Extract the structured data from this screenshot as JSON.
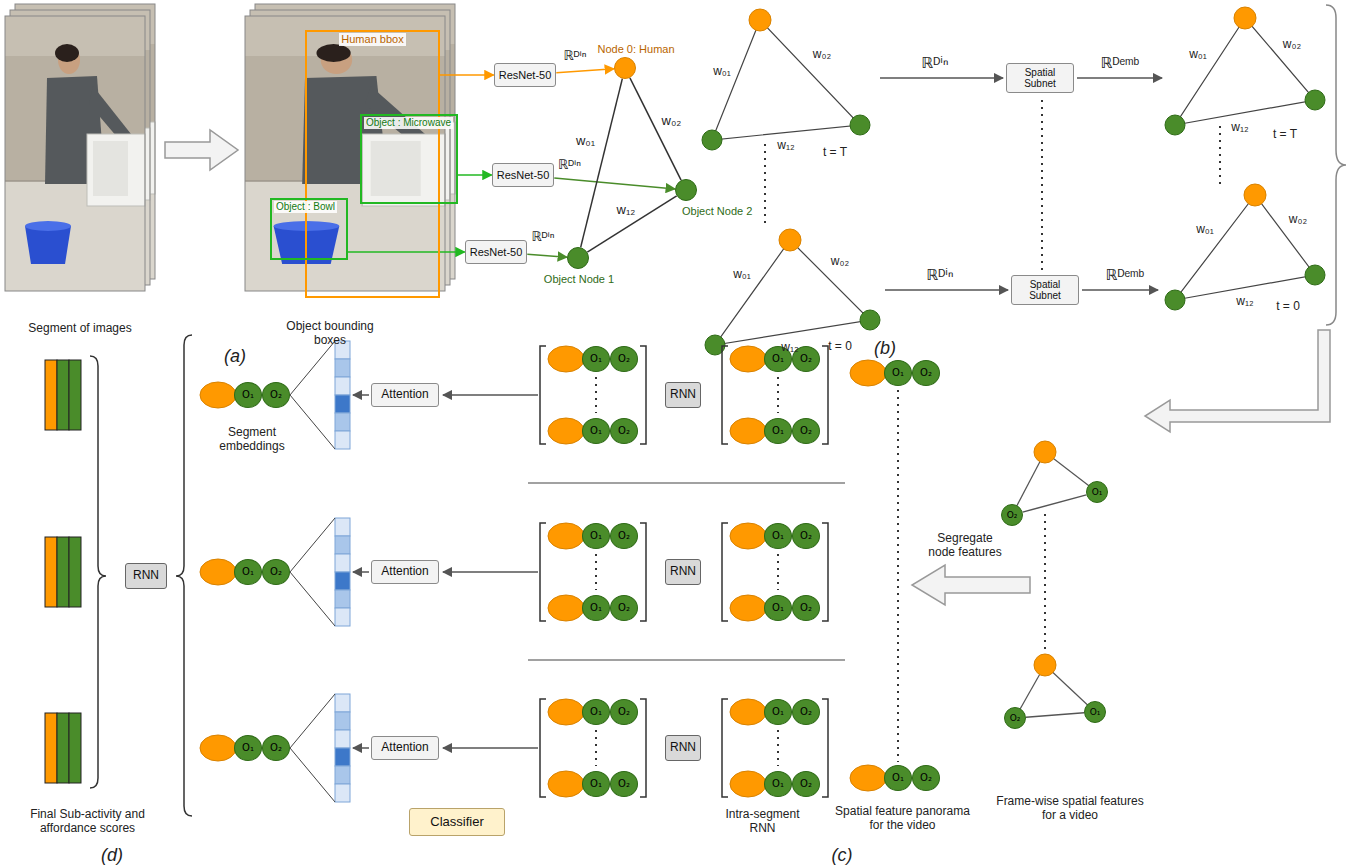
{
  "diagram": {
    "nodes": [
      {
        "text": [
          "Human bbox"
        ]
      },
      {
        "text": [
          "Object : Microwave"
        ]
      },
      {
        "text": [
          "Object : Bowl"
        ]
      },
      {
        "text": [
          "ResNet-50"
        ]
      },
      {
        "text": [
          "ResNet-50"
        ]
      },
      {
        "text": [
          "ResNet-50"
        ]
      },
      {
        "text": [
          "Node 0: Human"
        ]
      },
      {
        "text": [
          "Object Node 2"
        ]
      },
      {
        "text": [
          "Object Node 1"
        ]
      },
      {
        "text": [
          "Spatial Subnet"
        ]
      },
      {
        "text": [
          "Spatial Subnet"
        ]
      },
      {
        "text": [
          "RNN"
        ]
      },
      {
        "text": [
          "O₁"
        ]
      },
      {
        "text": [
          "O₂"
        ]
      },
      {
        "text": [
          "O₁"
        ]
      },
      {
        "text": [
          "O₂"
        ]
      },
      {
        "text": [
          "O₁"
        ]
      },
      {
        "text": [
          "O₂"
        ]
      },
      {
        "text": [
          "Attention"
        ]
      },
      {
        "text": [
          "Attention"
        ]
      },
      {
        "text": [
          "Attention"
        ]
      },
      {
        "text": [
          "O₁"
        ]
      },
      {
        "text": [
          "O₂"
        ]
      },
      {
        "text": [
          "O₁"
        ]
      },
      {
        "text": [
          "O₂"
        ]
      },
      {
        "text": [
          "RNN"
        ]
      },
      {
        "text": [
          "O₁"
        ]
      },
      {
        "text": [
          "O₂"
        ]
      },
      {
        "text": [
          "O₁"
        ]
      },
      {
        "text": [
          "O₂"
        ]
      },
      {
        "text": [
          "O₁"
        ]
      },
      {
        "text": [
          "O₂"
        ]
      },
      {
        "text": [
          "O₁"
        ]
      },
      {
        "text": [
          "O₂"
        ]
      },
      {
        "text": [
          "RNN"
        ]
      },
      {
        "text": [
          "O₁"
        ]
      },
      {
        "text": [
          "O₂"
        ]
      },
      {
        "text": [
          "O₁"
        ]
      },
      {
        "text": [
          "O₂"
        ]
      },
      {
        "text": [
          "O₁"
        ]
      },
      {
        "text": [
          "O₂"
        ]
      },
      {
        "text": [
          "O₁"
        ]
      },
      {
        "text": [
          "O₂"
        ]
      },
      {
        "text": [
          "RNN"
        ]
      },
      {
        "text": [
          "O₁"
        ]
      },
      {
        "text": [
          "O₂"
        ]
      },
      {
        "text": [
          "O₁"
        ]
      },
      {
        "text": [
          "O₂"
        ]
      },
      {
        "text": [
          "Classifier"
        ]
      },
      {
        "text": [
          "O₁"
        ]
      },
      {
        "text": [
          "O₂"
        ]
      },
      {
        "text": [
          "O₁"
        ]
      },
      {
        "text": [
          "O₂"
        ]
      },
      {
        "text": [
          "O₂"
        ]
      },
      {
        "text": [
          "O₁"
        ]
      },
      {
        "text": [
          "O₂"
        ]
      },
      {
        "text": [
          "O₁"
        ]
      }
    ],
    "edges": [
      {
        "from": 0,
        "to": 3,
        "arrow": "to"
      },
      {
        "from": 1,
        "to": 4,
        "arrow": "to"
      },
      {
        "from": 2,
        "to": 5,
        "arrow": "to"
      },
      {
        "from": 3,
        "to": 6,
        "arrow": "to",
        "label": "ℝᴰⁱⁿ"
      },
      {
        "from": 4,
        "to": 7,
        "arrow": "to",
        "label": "ℝᴰⁱⁿ"
      },
      {
        "from": 5,
        "to": 8,
        "arrow": "to",
        "label": "ℝᴰⁱⁿ"
      },
      {
        "from": 6,
        "to": 8,
        "arrow": "none",
        "label": "w₀₁"
      },
      {
        "from": 6,
        "to": 7,
        "arrow": "none",
        "label": "w₀₂"
      },
      {
        "from": 8,
        "to": 7,
        "arrow": "none",
        "label": "w₁₂"
      },
      {
        "from": 53,
        "to": 54,
        "arrow": "none"
      },
      {
        "from": 55,
        "to": 56,
        "arrow": "none"
      }
    ],
    "labels": [
      "Segment of images",
      "Object bounding boxes",
      "(a)",
      "ℝᴰⁱⁿ",
      "ℝᴰᵉᵐᵇ",
      "ℝᴰⁱⁿ",
      "ℝᴰᵉᵐᵇ",
      "w₀₁",
      "w₀₂",
      "w₁₂",
      "t = T",
      "w₀₁",
      "w₀₂",
      "w₁₂",
      "t = 0",
      "w₀₁",
      "w₀₂",
      "w₁₂",
      "t = T",
      "w₀₁",
      "w₀₂",
      "w₁₂",
      "t = 0",
      "(b)",
      "Final Sub-activity and affordance scores",
      "Segment embeddings",
      "Intra-segment RNN",
      "Spatial feature panorama for the video",
      "Segregate node features",
      "Frame-wise spatial features for a video",
      "(d)",
      "(c)"
    ]
  }
}
